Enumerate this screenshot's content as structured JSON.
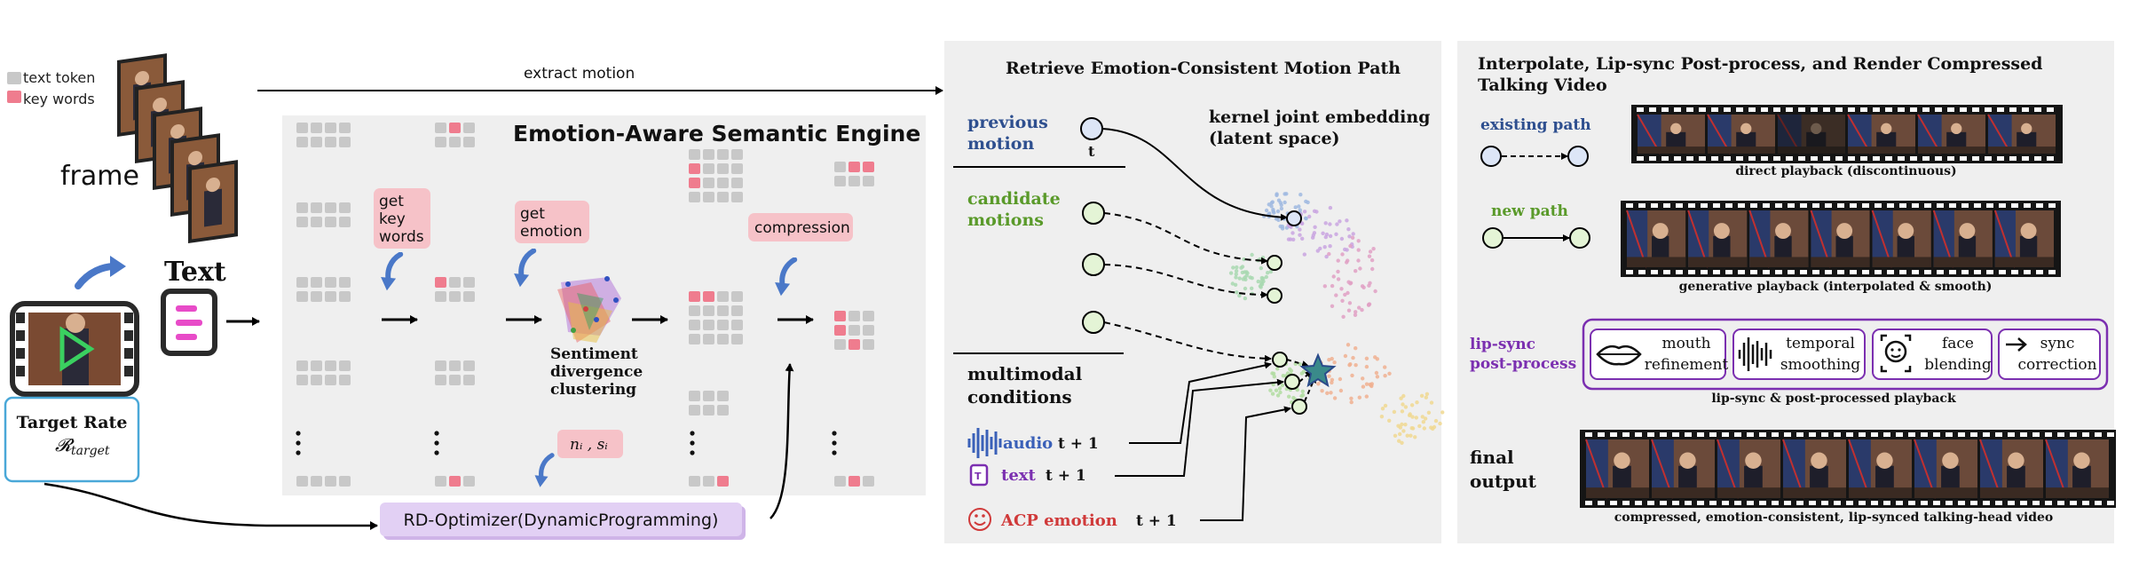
{
  "legend": {
    "text_token": "text token",
    "key_words": "key words"
  },
  "left": {
    "frame_label": "frame",
    "text_label": "Text",
    "target_rate_title": "Target Rate",
    "target_rate_symbol": "𝓡",
    "target_rate_sub": "target",
    "extract_motion": "extract motion"
  },
  "engine": {
    "title": "Emotion-Aware Semantic Engine",
    "get_key_words": [
      "get",
      "key",
      "words"
    ],
    "get_emotion": [
      "get",
      "emotion"
    ],
    "compression": "compression",
    "sentiment": [
      "Sentiment",
      "divergence",
      "clustering"
    ],
    "ni_si": "nᵢ , sᵢ",
    "optimizer": "RD-Optimizer(DynamicProgramming)"
  },
  "retrieve": {
    "title": "Retrieve Emotion-Consistent Motion Path",
    "previous_motion": [
      "previous",
      "motion"
    ],
    "t_label": "t",
    "candidate_motions": [
      "candidate",
      "motions"
    ],
    "kernel": [
      "kernel joint embedding",
      "(latent space)"
    ],
    "multimodal": [
      "multimodal",
      "conditions"
    ],
    "audio": "audio",
    "audio_t": "t + 1",
    "text_cond": "text",
    "text_t": "t + 1",
    "acp": "ACP emotion",
    "acp_t": "t + 1"
  },
  "render": {
    "title": [
      "Interpolate, Lip-sync Post-process, and Render Compressed",
      "Talking Video"
    ],
    "existing_path": "existing path",
    "direct_caption": "direct playback (discontinuous)",
    "new_path": "new path",
    "generative_caption": "generative playback (interpolated & smooth)",
    "lip_sync_label": [
      "lip-sync",
      "post-process"
    ],
    "mouth": [
      "mouth",
      "refinement"
    ],
    "temporal": [
      "temporal",
      "smoothing"
    ],
    "face": [
      "face",
      "blending"
    ],
    "sync": [
      "sync",
      "correction"
    ],
    "lip_caption": "lip-sync & post-processed playback",
    "final": [
      "final",
      "output"
    ],
    "final_caption": "compressed, emotion-consistent, lip-synced talking-head video"
  },
  "colors": {
    "panel": "#efefef",
    "token": "#c8c8c8",
    "keyword": "#ef7c8e",
    "pink_box": "#f6c2c8",
    "blue_arrow": "#4a78c8",
    "previous": "#2e4f8f",
    "candidate": "#5a9a2a",
    "purple": "#7b2fb0",
    "acp": "#d03a3a",
    "optimizer": "#d9c2ef"
  }
}
